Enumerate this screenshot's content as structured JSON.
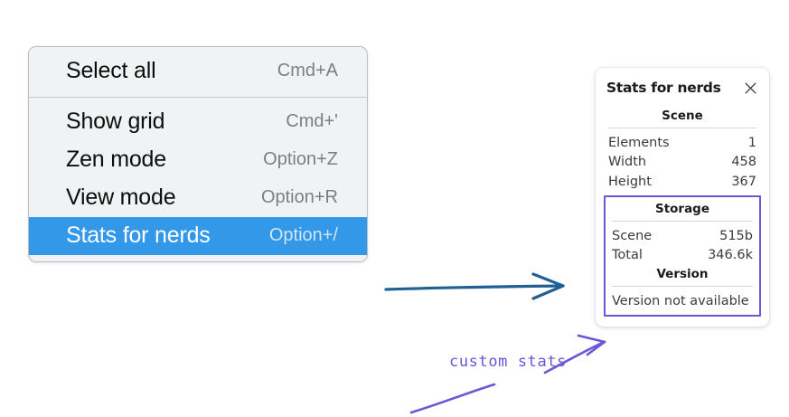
{
  "context_menu": {
    "groups": [
      {
        "items": [
          {
            "label": "Select all",
            "shortcut": "Cmd+A",
            "selected": false
          }
        ]
      },
      {
        "items": [
          {
            "label": "Show grid",
            "shortcut": "Cmd+'",
            "selected": false
          },
          {
            "label": "Zen mode",
            "shortcut": "Option+Z",
            "selected": false
          },
          {
            "label": "View mode",
            "shortcut": "Option+R",
            "selected": false
          },
          {
            "label": "Stats for nerds",
            "shortcut": "Option+/",
            "selected": true
          }
        ]
      }
    ],
    "selected_item_label": "Stats for nerds",
    "highlight_color": "#3498e8"
  },
  "stats_panel": {
    "title": "Stats for nerds",
    "close_icon": "close-icon",
    "sections": [
      {
        "name": "scene",
        "heading": "Scene",
        "rows": [
          {
            "key": "Elements",
            "value": "1"
          },
          {
            "key": "Width",
            "value": "458"
          },
          {
            "key": "Height",
            "value": "367"
          }
        ]
      },
      {
        "name": "storage",
        "heading": "Storage",
        "rows": [
          {
            "key": "Scene",
            "value": "515b"
          },
          {
            "key": "Total",
            "value": "346.6k"
          }
        ]
      },
      {
        "name": "version",
        "heading": "Version",
        "note": "Version not available"
      }
    ]
  },
  "annotations": {
    "custom_stats_label": "custom stats",
    "highlight_box_color": "#6c56d6",
    "arrow_color": "#1f6096"
  }
}
